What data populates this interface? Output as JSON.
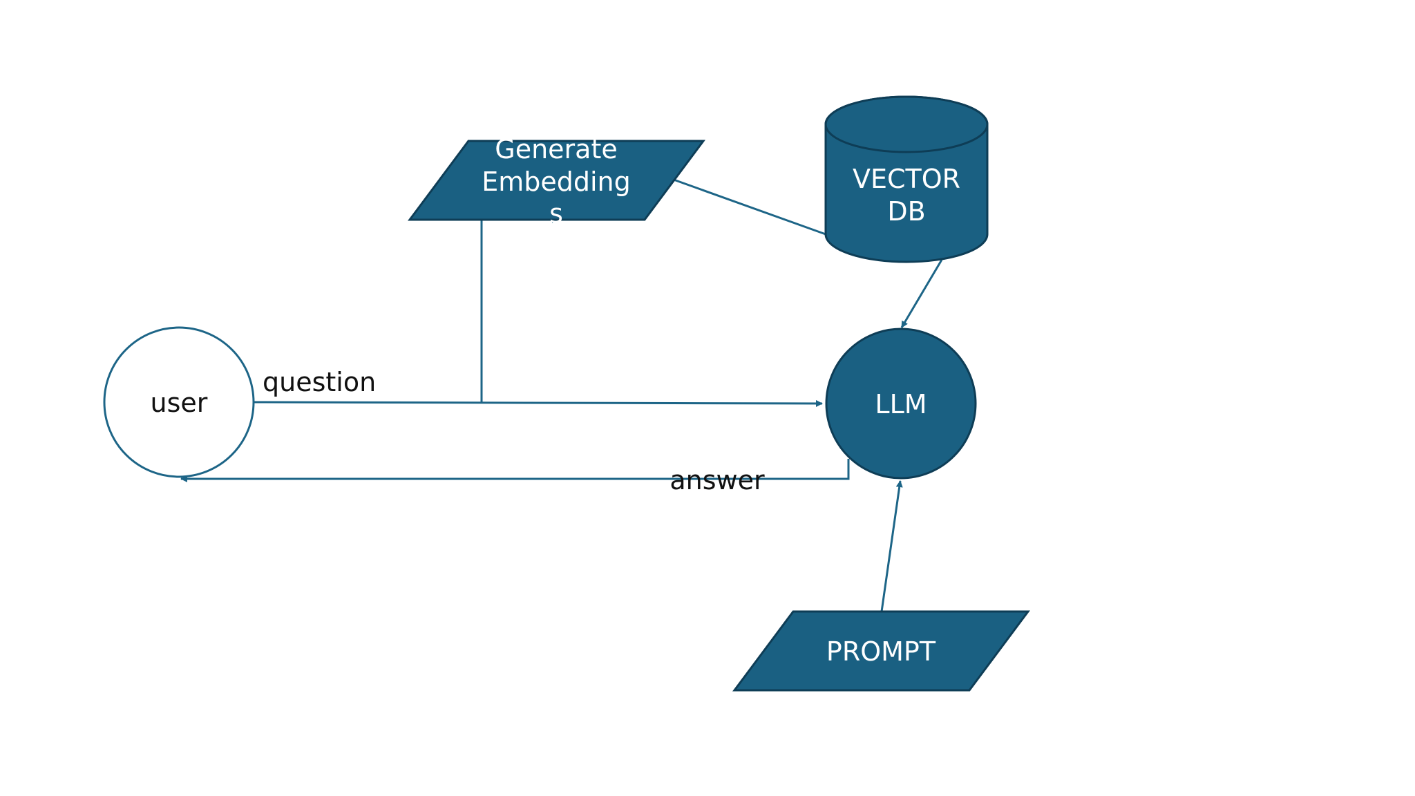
{
  "nodes": {
    "user": {
      "label": "user"
    },
    "generate_embeddings": {
      "line1": "Generate",
      "line2": "Embedding",
      "line3": "s"
    },
    "vector_db": {
      "line1": "VECTOR",
      "line2": "DB"
    },
    "llm": {
      "label": "LLM"
    },
    "prompt": {
      "label": "PROMPT"
    }
  },
  "edges": {
    "question": {
      "label": "question"
    },
    "answer": {
      "label": "answer"
    }
  },
  "colors": {
    "shape_fill": "#1a6082",
    "shape_stroke": "#0e3d56",
    "connector": "#1d6587",
    "background": "#ffffff"
  }
}
